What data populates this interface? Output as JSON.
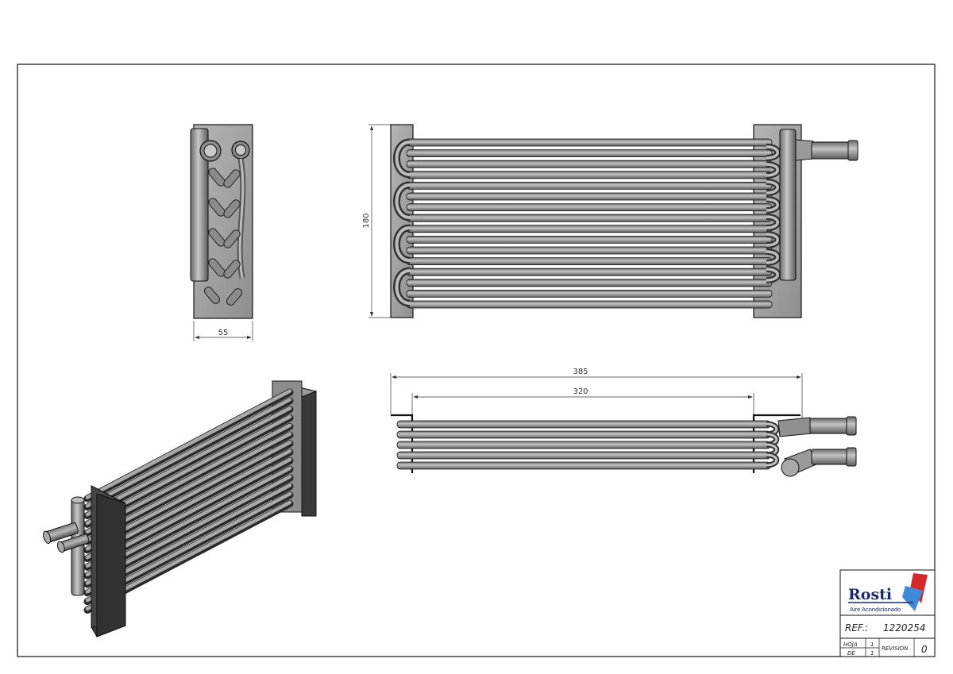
{
  "dimensions": {
    "side_width": "55",
    "front_height": "180",
    "overall_length": "385",
    "tube_length": "320"
  },
  "title_block": {
    "logo_word": "Rosti",
    "logo_subtitle": "Aire Acondicionado",
    "ref_label": "REF.:",
    "ref_value": "1220254",
    "hoja_label": "HOJA",
    "hoja_value": "1",
    "de_label": "DE",
    "de_value": "1",
    "revision_label": "REVISION",
    "revision_value": "0"
  },
  "colors": {
    "metal": "#9a9a9a",
    "metal_dark": "#5e5e5e",
    "plate_dark": "#3c3c3c",
    "line": "#111111",
    "logo_blue": "#1d2a6b",
    "logo_accent_red": "#d62a2a",
    "logo_accent_blue": "#3f8ad8"
  }
}
